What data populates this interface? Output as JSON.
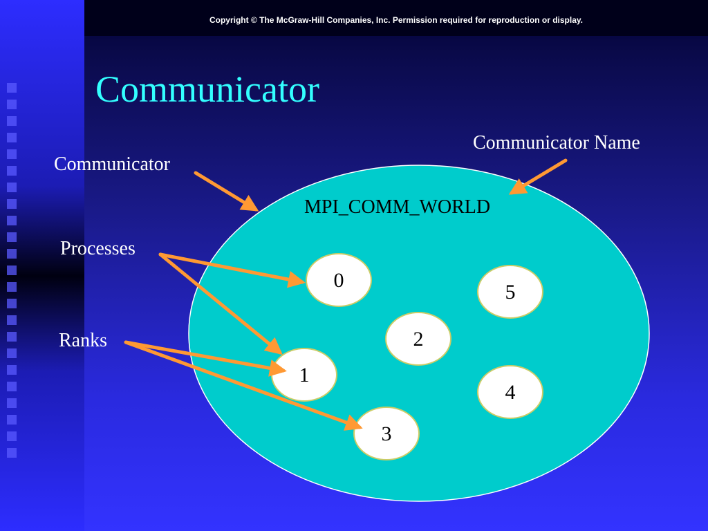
{
  "header": {
    "copyright": "Copyright © The McGraw-Hill Companies, Inc. Permission required for reproduction or display."
  },
  "slide": {
    "title": "Communicator"
  },
  "labels": {
    "communicator": "Communicator",
    "communicator_name": "Communicator Name",
    "processes": "Processes",
    "ranks": "Ranks"
  },
  "communicator": {
    "name": "MPI_COMM_WORLD",
    "processes": [
      {
        "rank": "0"
      },
      {
        "rank": "5"
      },
      {
        "rank": "2"
      },
      {
        "rank": "1"
      },
      {
        "rank": "4"
      },
      {
        "rank": "3"
      }
    ]
  },
  "colors": {
    "communicator_fill": "#00cccc",
    "process_fill": "#ffffff",
    "process_border": "#cccc66",
    "arrow": "#ff9933",
    "title": "#33ffff"
  }
}
